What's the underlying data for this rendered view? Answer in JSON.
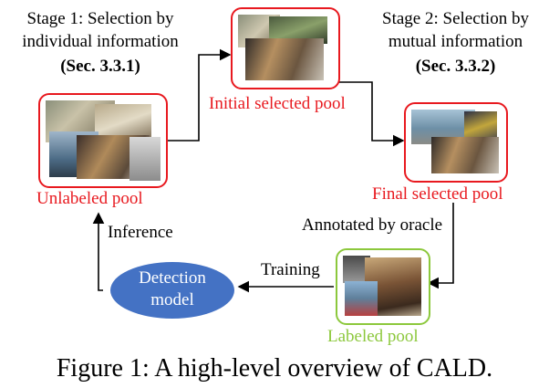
{
  "stage1": {
    "line1": "Stage 1: Selection by",
    "line2": "individual information",
    "ref": "(Sec. 3.3.1)"
  },
  "stage2": {
    "line1": "Stage 2: Selection by",
    "line2": "mutual information",
    "ref": "(Sec. 3.3.2)"
  },
  "pools": {
    "unlabeled": "Unlabeled pool",
    "initial": "Initial selected pool",
    "final": "Final selected pool",
    "labeled": "Labeled pool"
  },
  "edges": {
    "annotated": "Annotated by oracle",
    "training": "Training",
    "inference": "Inference"
  },
  "model": {
    "line1": "Detection",
    "line2": "model"
  },
  "caption": "Figure 1: A high-level overview of CALD.",
  "colors": {
    "red": "#e8191f",
    "green": "#8cc83c",
    "blue": "#4472c4"
  }
}
